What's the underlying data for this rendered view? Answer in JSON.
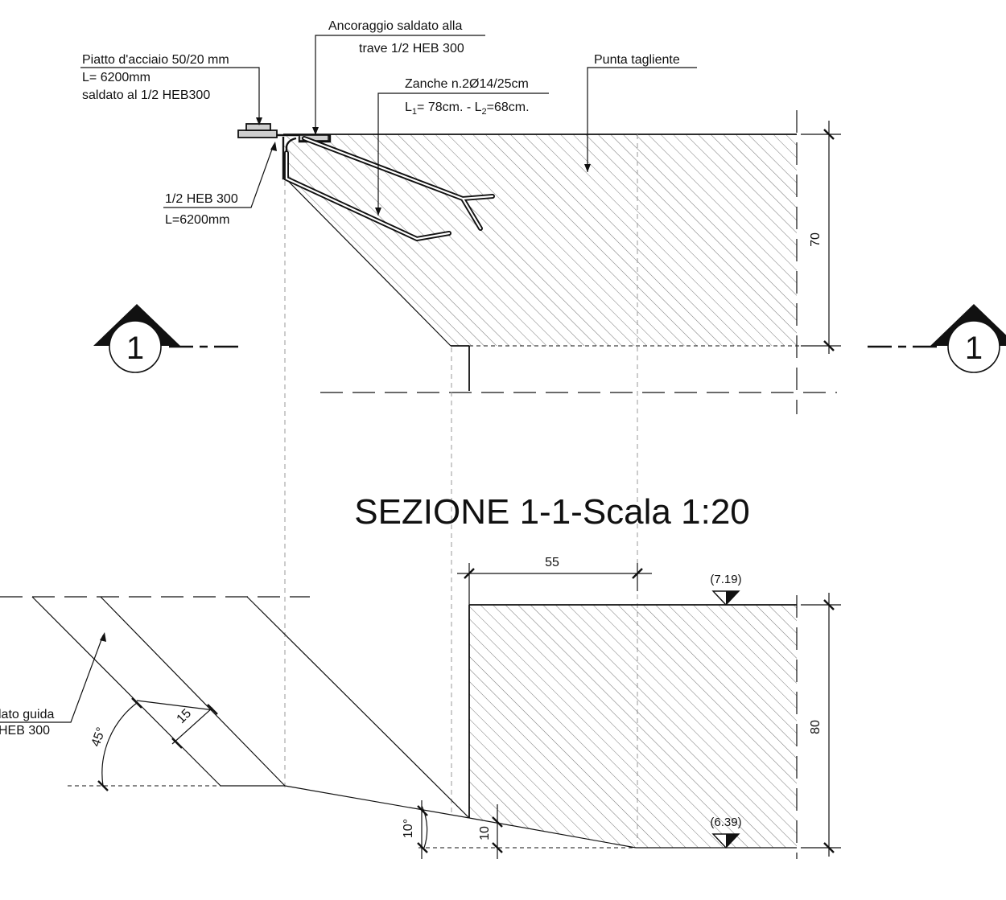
{
  "labels": {
    "plate_title": "Piatto d'acciaio 50/20 mm",
    "plate_length": "L= 6200mm",
    "plate_weld": "saldato al 1/2 HEB300",
    "anchor_line1": "Ancoraggio saldato alla",
    "anchor_line2": "trave 1/2 HEB 300",
    "cutting_edge": "Punta tagliente",
    "zanche_line1": "Zanche n.2Ø14/25cm",
    "zanche_l1_prefix": "L",
    "zanche_l1_sub": "1",
    "zanche_l1_value": "= 78cm. - L",
    "zanche_l2_sub": "2",
    "zanche_l2_value": "=68cm.",
    "heb_title": "1/2 HEB 300",
    "heb_length": "L=6200mm",
    "guide_line1": "lato guida",
    "guide_line2": "HEB 300"
  },
  "section": {
    "marker_left": "1",
    "marker_right": "1",
    "title": "SEZIONE 1-1-Scala 1:20"
  },
  "dimensions": {
    "upper_height": "70",
    "lower_height": "80",
    "top_width": "55",
    "diag_width": "15",
    "angle_45": "45°",
    "angle_10": "10°",
    "small_10": "10"
  },
  "levels": {
    "top": "(7.19)",
    "bottom": "(6.39)"
  }
}
